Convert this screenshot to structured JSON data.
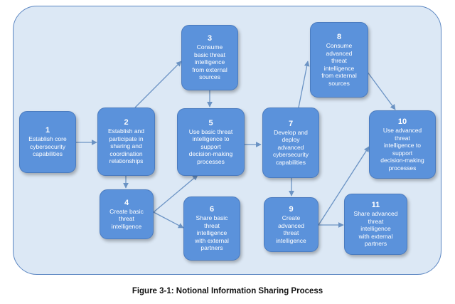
{
  "diagram": {
    "nodes": [
      {
        "num": "1",
        "label": "Establish core\ncybersecurity\ncapabilities"
      },
      {
        "num": "2",
        "label": "Establish and\nparticipate in\nsharing and\ncoordination\nrelationships"
      },
      {
        "num": "3",
        "label": "Consume\nbasic threat\nintelligence\nfrom external\nsources"
      },
      {
        "num": "4",
        "label": "Create basic\nthreat\nintelligence"
      },
      {
        "num": "5",
        "label": "Use basic threat\nintelligence to\nsupport\ndecision-making\nprocesses"
      },
      {
        "num": "6",
        "label": "Share basic\nthreat\nintelligence\nwith external\npartners"
      },
      {
        "num": "7",
        "label": "Develop and\ndeploy\nadvanced\ncybersecurity\ncapabilities"
      },
      {
        "num": "8",
        "label": "Consume\nadvanced\nthreat\nintelligence\nfrom external\nsources"
      },
      {
        "num": "9",
        "label": "Create\nadvanced\nthreat\nintelligence"
      },
      {
        "num": "10",
        "label": "Use advanced\nthreat\nintelligence to\nsupport\ndecision-making\nprocesses"
      },
      {
        "num": "11",
        "label": "Share advanced\nthreat\nintelligence\nwith external\npartners"
      }
    ],
    "colors": {
      "node_fill": "#5b92db",
      "background": "#dce8f5",
      "arrow": "#6b93c4"
    }
  },
  "caption": "Figure 3-1:  Notional Information Sharing Process"
}
